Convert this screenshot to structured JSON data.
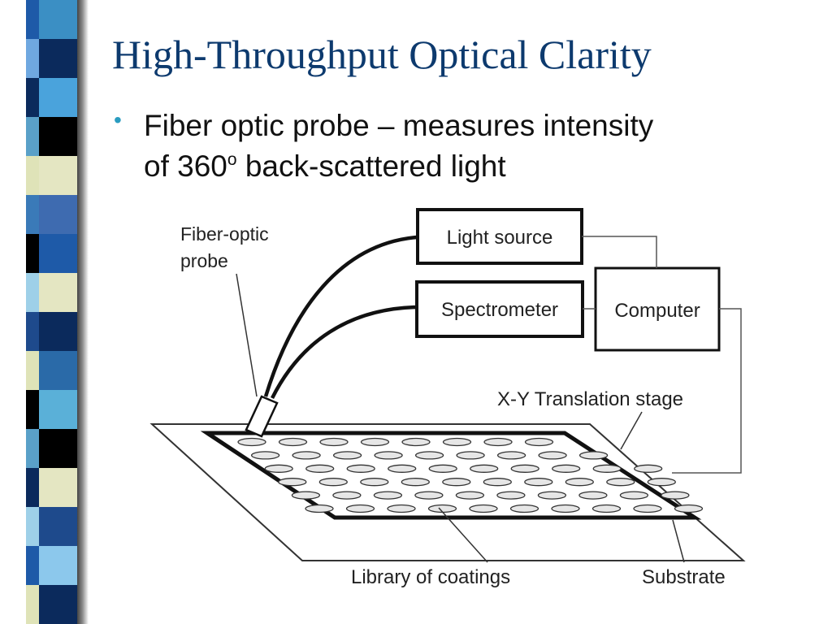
{
  "slide": {
    "title": "High-Throughput Optical Clarity",
    "bullet": {
      "line1": "Fiber optic probe – measures intensity",
      "line2_before": "of 360",
      "line2_sup": "o",
      "line2_after": " back-scattered light"
    }
  },
  "diagram": {
    "probe_label_1": "Fiber-optic",
    "probe_label_2": "probe",
    "light_source": "Light source",
    "spectrometer": "Spectrometer",
    "computer": "Computer",
    "stage_label": "X-Y Translation stage",
    "library_label": "Library of coatings",
    "substrate_label": "Substrate",
    "well_rows": 6,
    "wells_per_row": 10
  },
  "colors": {
    "title": "#0d3a6e",
    "bullet": "#2a9cc0",
    "stripes_a": [
      "#1e5aa8",
      "#6fa8e0",
      "#0b2a5c",
      "#5aa0c8",
      "#dfe3b8",
      "#3a7ab8",
      "#000000",
      "#9ed0e8",
      "#1e4a8c",
      "#dfe3b8",
      "#000000",
      "#5aa0c8",
      "#0b2a5c",
      "#9ed0e8",
      "#1e5aa8",
      "#dfe3b8"
    ],
    "stripes_b": [
      "#3b8fc4",
      "#0b2a5c",
      "#4aa3dc",
      "#000000",
      "#e4e6c2",
      "#3e6bb0",
      "#1e5aa8",
      "#e4e6c2",
      "#0b2a5c",
      "#2a6aa8",
      "#5ab0d8",
      "#000000",
      "#e4e6c2",
      "#1e4a8c",
      "#8cc8ec",
      "#0b2a5c"
    ]
  }
}
